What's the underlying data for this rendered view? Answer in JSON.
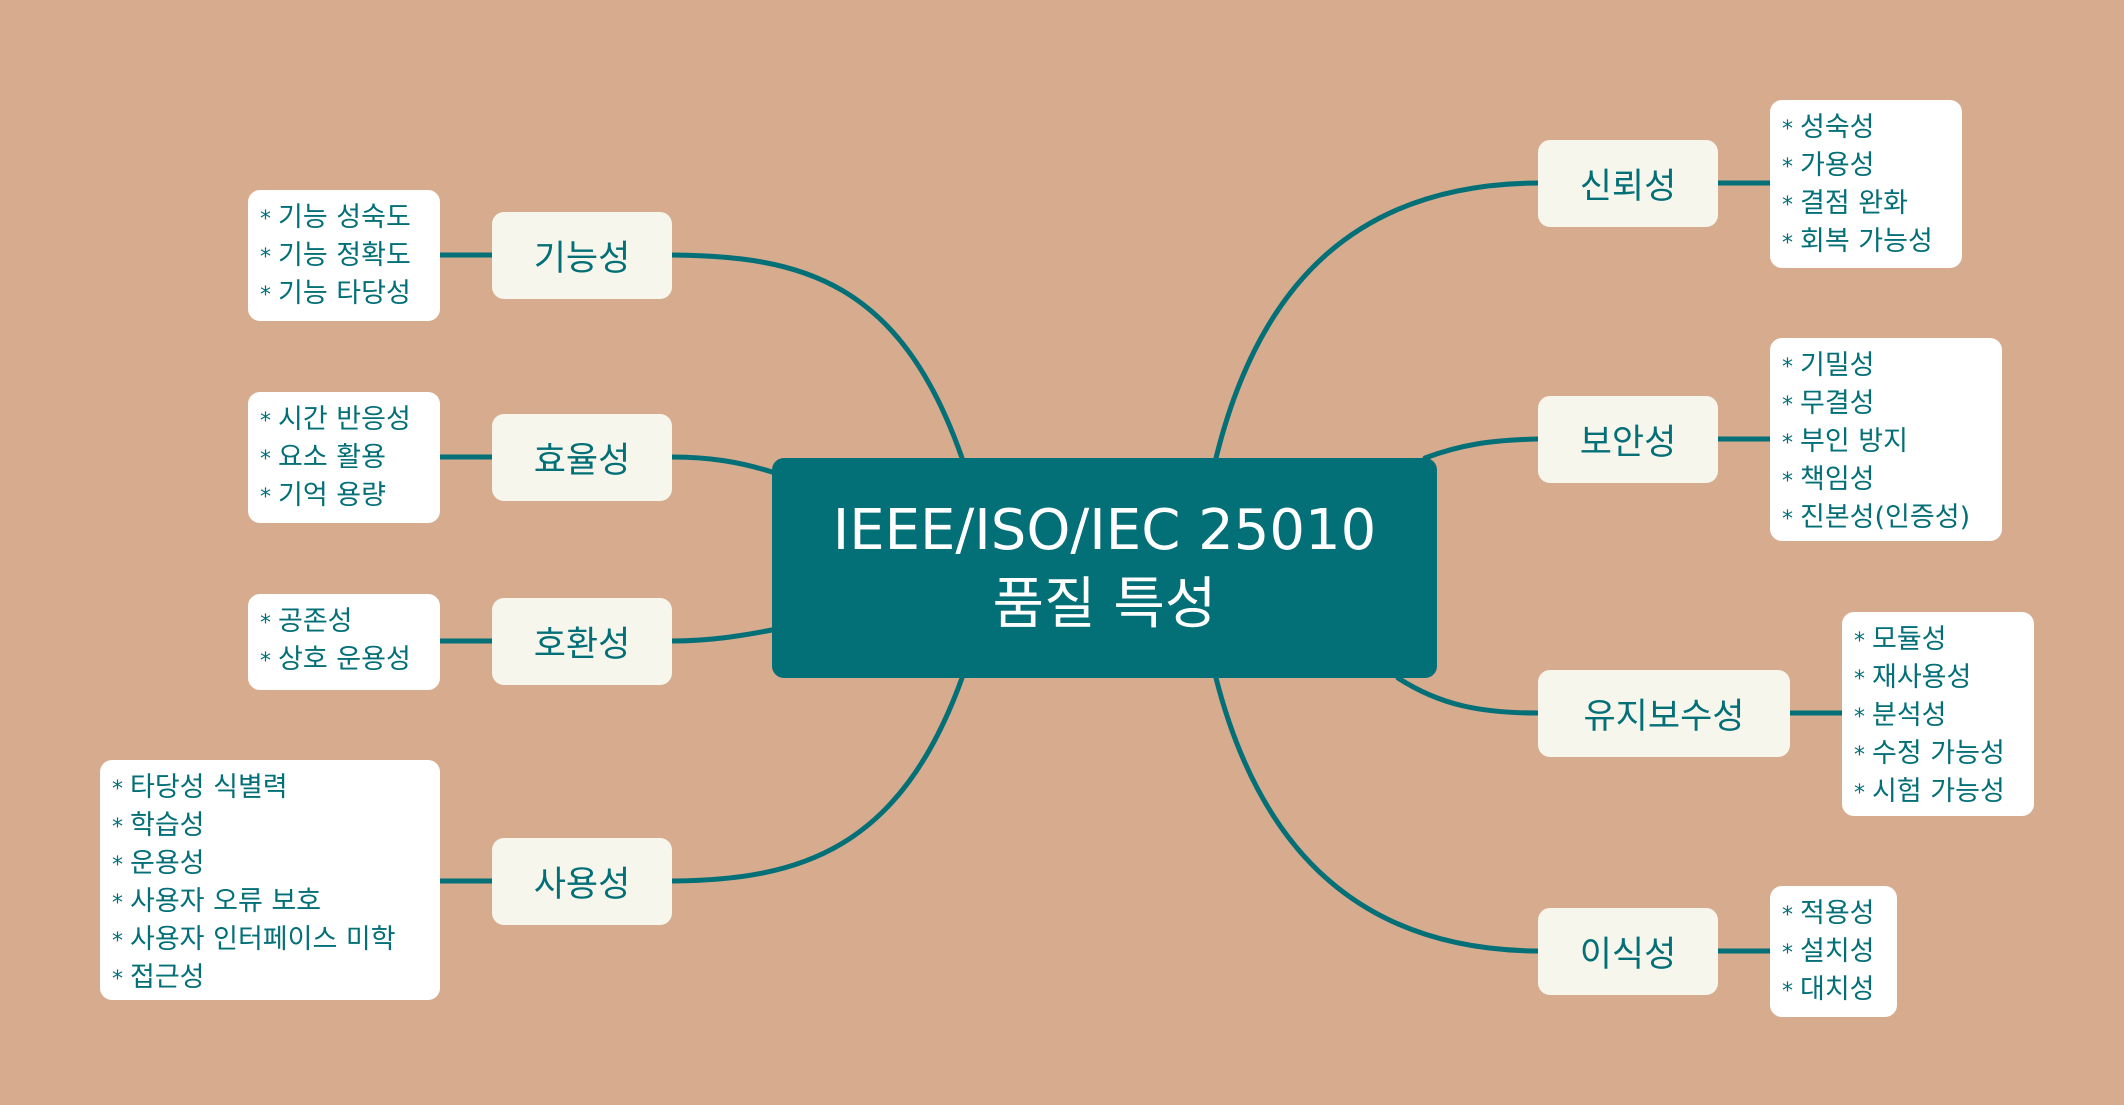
{
  "colors": {
    "background": "#D6AB8E",
    "accent": "#036F77",
    "branch_fill": "#F7F6EC",
    "detail_fill": "#FFFFFF"
  },
  "center": {
    "line1": "IEEE/ISO/IEC 25010",
    "line2": "품질 특성"
  },
  "left": [
    {
      "label": "기능성",
      "items": [
        "기능 성숙도",
        "기능 정확도",
        "기능 타당성"
      ]
    },
    {
      "label": "효율성",
      "items": [
        "시간 반응성",
        "요소 활용",
        "기억 용량"
      ]
    },
    {
      "label": "호환성",
      "items": [
        "공존성",
        "상호 운용성"
      ]
    },
    {
      "label": "사용성",
      "items": [
        "타당성 식별력",
        "학습성",
        "운용성",
        "사용자 오류 보호",
        "사용자 인터페이스 미학",
        "접근성"
      ]
    }
  ],
  "right": [
    {
      "label": "신뢰성",
      "items": [
        "성숙성",
        "가용성",
        "결점 완화",
        "회복 가능성"
      ]
    },
    {
      "label": "보안성",
      "items": [
        "기밀성",
        "무결성",
        "부인 방지",
        "책임성",
        "진본성(인증성)"
      ]
    },
    {
      "label": "유지보수성",
      "items": [
        "모듈성",
        "재사용성",
        "분석성",
        "수정 가능성",
        "시험 가능성"
      ]
    },
    {
      "label": "이식성",
      "items": [
        "적용성",
        "설치성",
        "대치성"
      ]
    }
  ]
}
